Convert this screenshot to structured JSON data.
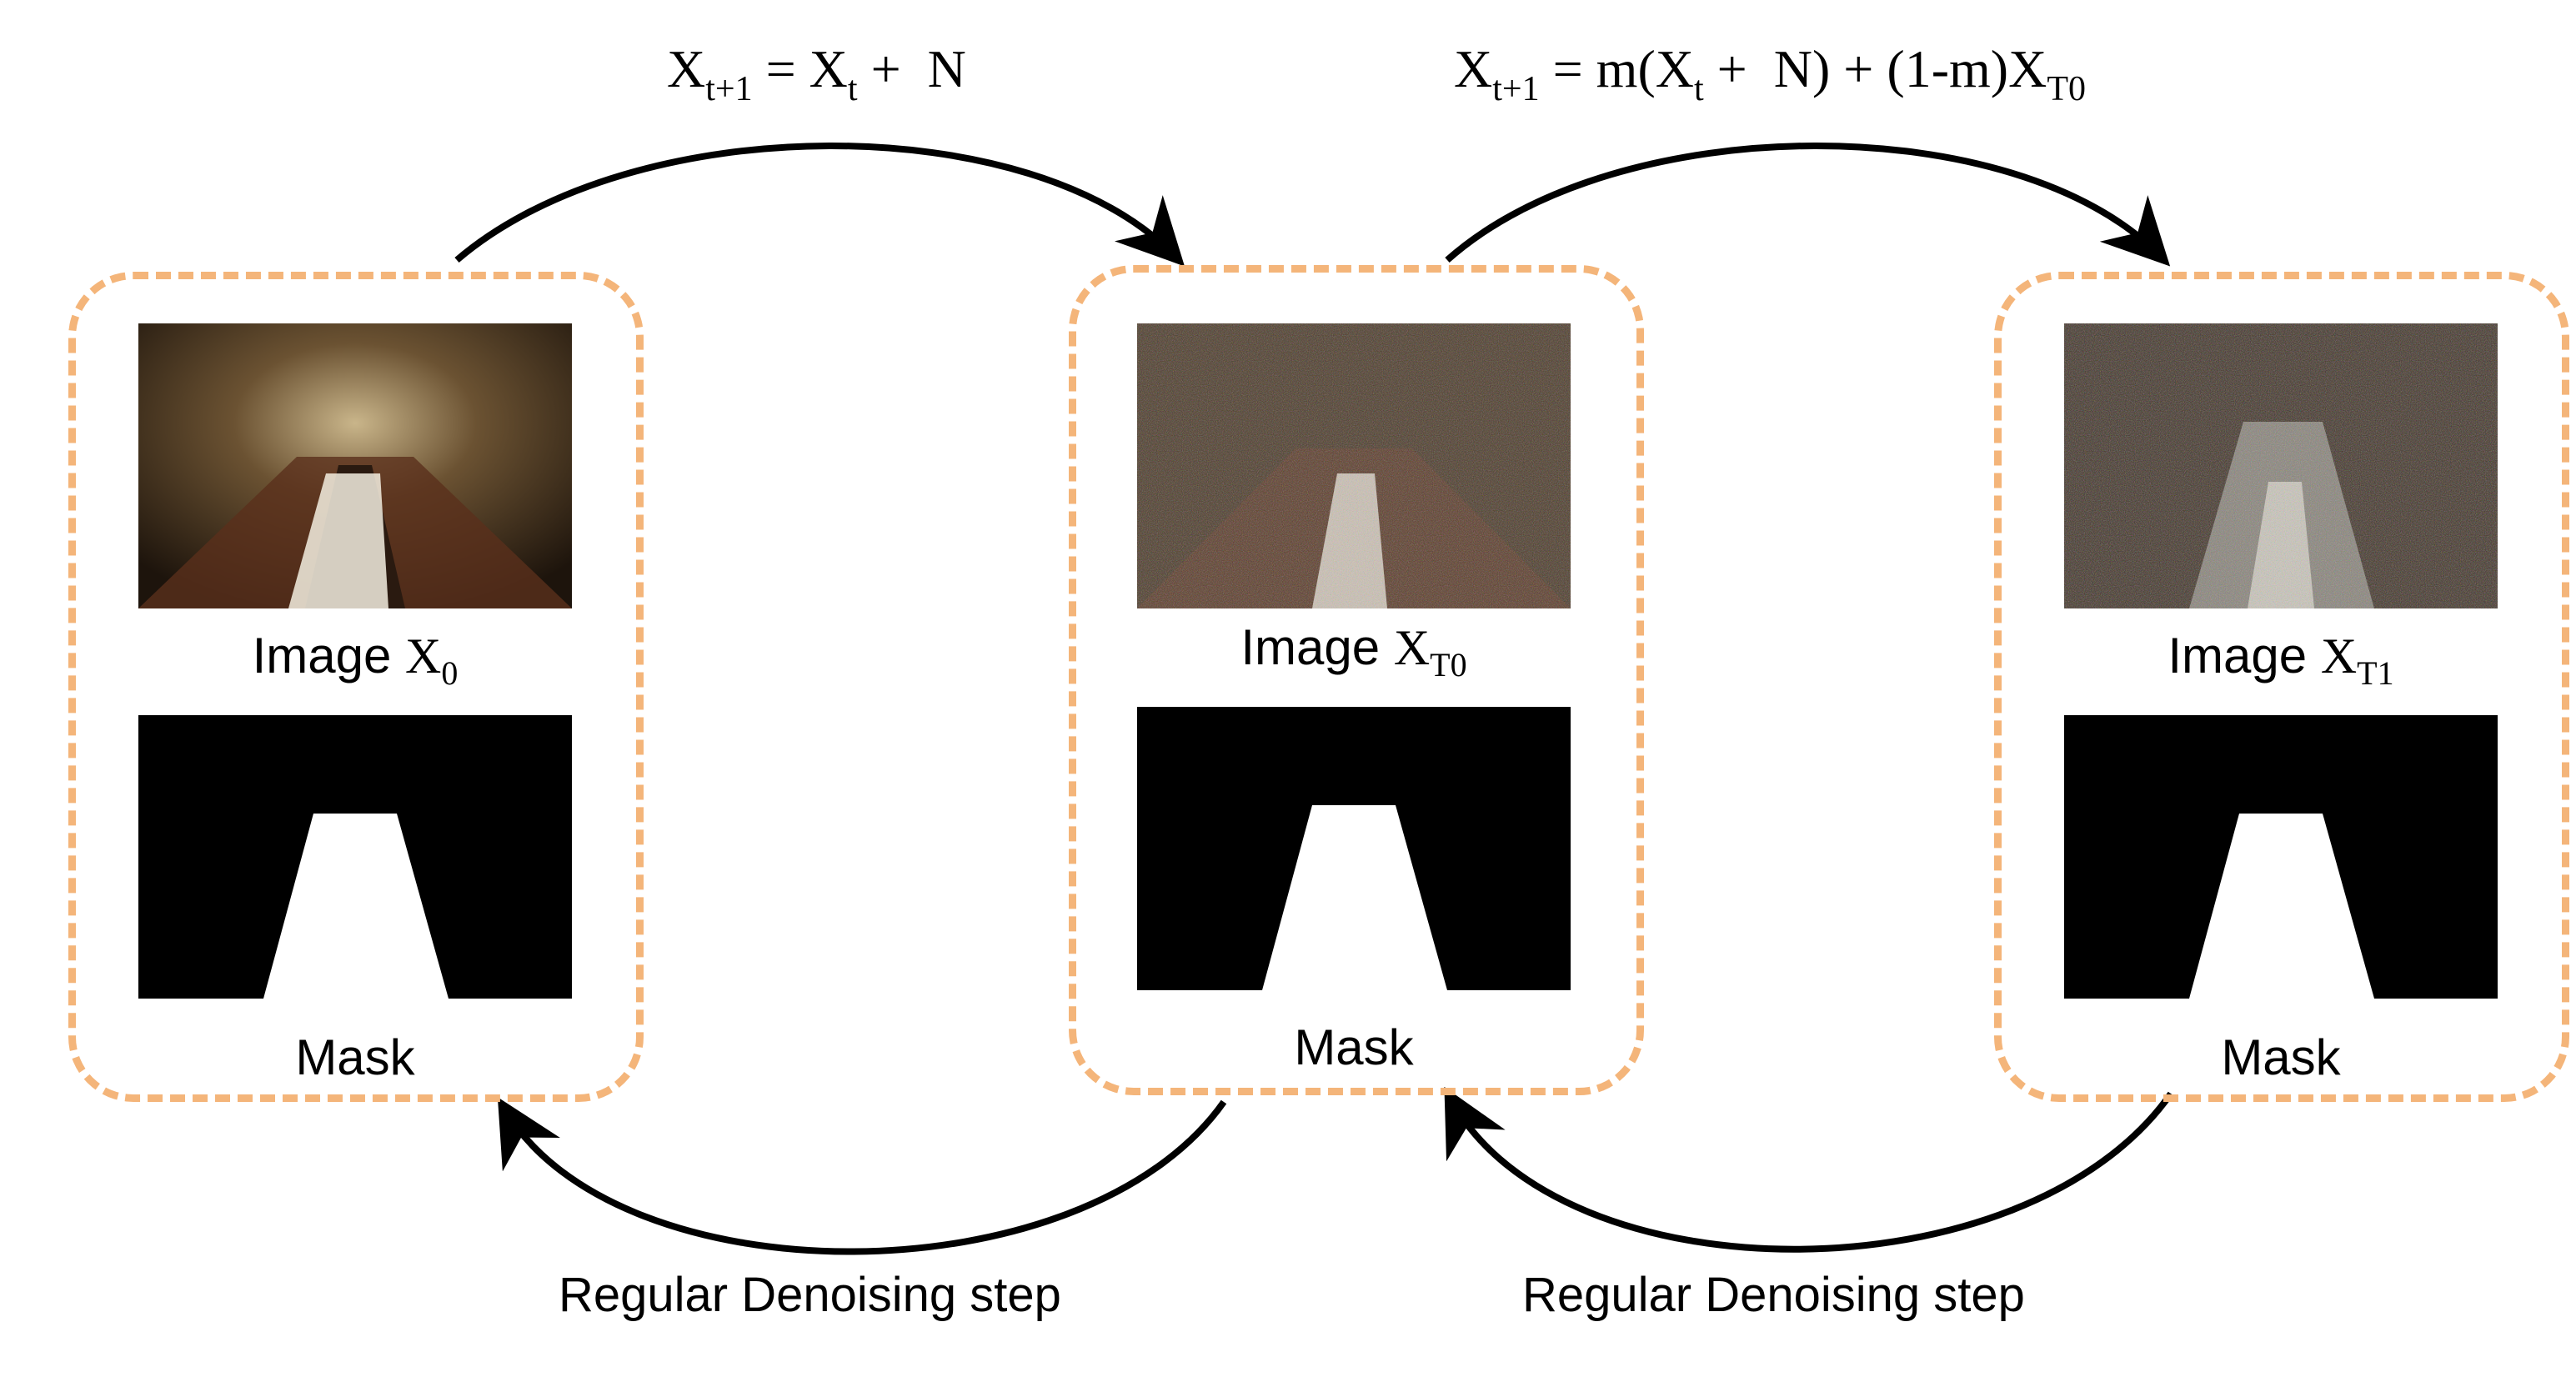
{
  "formulas": {
    "forward_1": {
      "lhs_var": "X",
      "lhs_sub": "t+1",
      "eq": " = ",
      "x": "X",
      "x_sub": "t",
      "rest": " +  N"
    },
    "forward_2": {
      "lhs_var": "X",
      "lhs_sub": "t+1",
      "eq": " = m(",
      "x": "X",
      "x_sub": "t",
      "mid": " +  N) + (1-m)",
      "x2": "X",
      "x2_sub": "T0"
    }
  },
  "panels": [
    {
      "image_label": "Image ",
      "image_var": "X",
      "image_sub": "0",
      "mask_label": "Mask"
    },
    {
      "image_label": "Image ",
      "image_var": "X",
      "image_sub": "T0",
      "mask_label": "Mask"
    },
    {
      "image_label": "Image ",
      "image_var": "X",
      "image_sub": "T1",
      "mask_label": "Mask"
    }
  ],
  "backward_steps": [
    {
      "label": "Regular Denoising step"
    },
    {
      "label": "Regular Denoising step"
    }
  ],
  "colors": {
    "dash_border": "#f4b57a",
    "arrow": "#000000",
    "mask_fill": "#000000",
    "mask_hole": "#ffffff"
  }
}
